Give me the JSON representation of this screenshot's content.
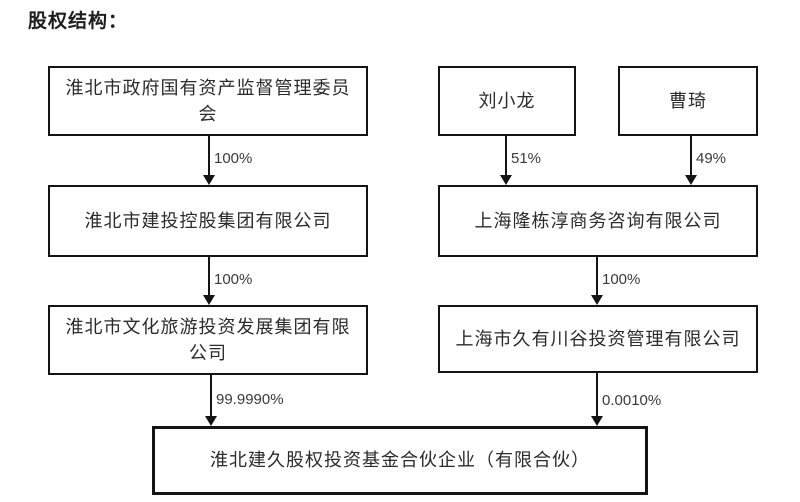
{
  "title": "股权结构：",
  "nodes": {
    "gov": {
      "label": "淮北市政府国有资产监督管理委员\n会"
    },
    "liu": {
      "label": "刘小龙"
    },
    "cao": {
      "label": "曹琦"
    },
    "jiantou": {
      "label": "淮北市建投控股集团有限公司"
    },
    "longdong": {
      "label": "上海隆栋淳商务咨询有限公司"
    },
    "wenlv": {
      "label": "淮北市文化旅游投资发展集团有限\n公司"
    },
    "jiuyou": {
      "label": "上海市久有川谷投资管理有限公司"
    },
    "fund": {
      "label": "淮北建久股权投资基金合伙企业（有限合伙）"
    }
  },
  "edges": {
    "gov_to_jiantou": {
      "label": "100%"
    },
    "liu_to_longdong": {
      "label": "51%"
    },
    "cao_to_longdong": {
      "label": "49%"
    },
    "jiantou_to_wenlv": {
      "label": "100%"
    },
    "longdong_to_jiuyou": {
      "label": "100%"
    },
    "wenlv_to_fund": {
      "label": "99.9990%"
    },
    "jiuyou_to_fund": {
      "label": "0.0010%"
    }
  },
  "colors": {
    "border": "#141414",
    "text": "#2b2b2b",
    "background": "#ffffff"
  }
}
